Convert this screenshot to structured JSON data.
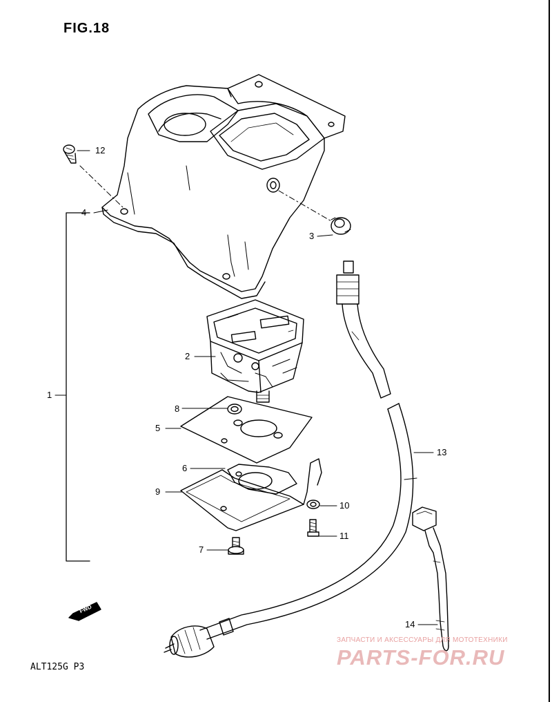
{
  "figure_title": "FIG.18",
  "model_code": "ALT125G  P3",
  "fwd_arrow_label": "FWD",
  "callouts": {
    "p1": "1",
    "p2": "2",
    "p3": "3",
    "p4": "4",
    "p5": "5",
    "p6": "6",
    "p7": "7",
    "p8": "8",
    "p9": "9",
    "p10": "10",
    "p11": "11",
    "p12": "12",
    "p13": "13",
    "p14": "14"
  },
  "watermark": {
    "tagline": "ЗАПЧАСТИ И АКСЕССУАРЫ ДЛЯ МОТОТЕХНИКИ",
    "logo": "PARTS-FOR.RU"
  },
  "colors": {
    "line": "#000000",
    "watermark": "#e9b9b9"
  }
}
